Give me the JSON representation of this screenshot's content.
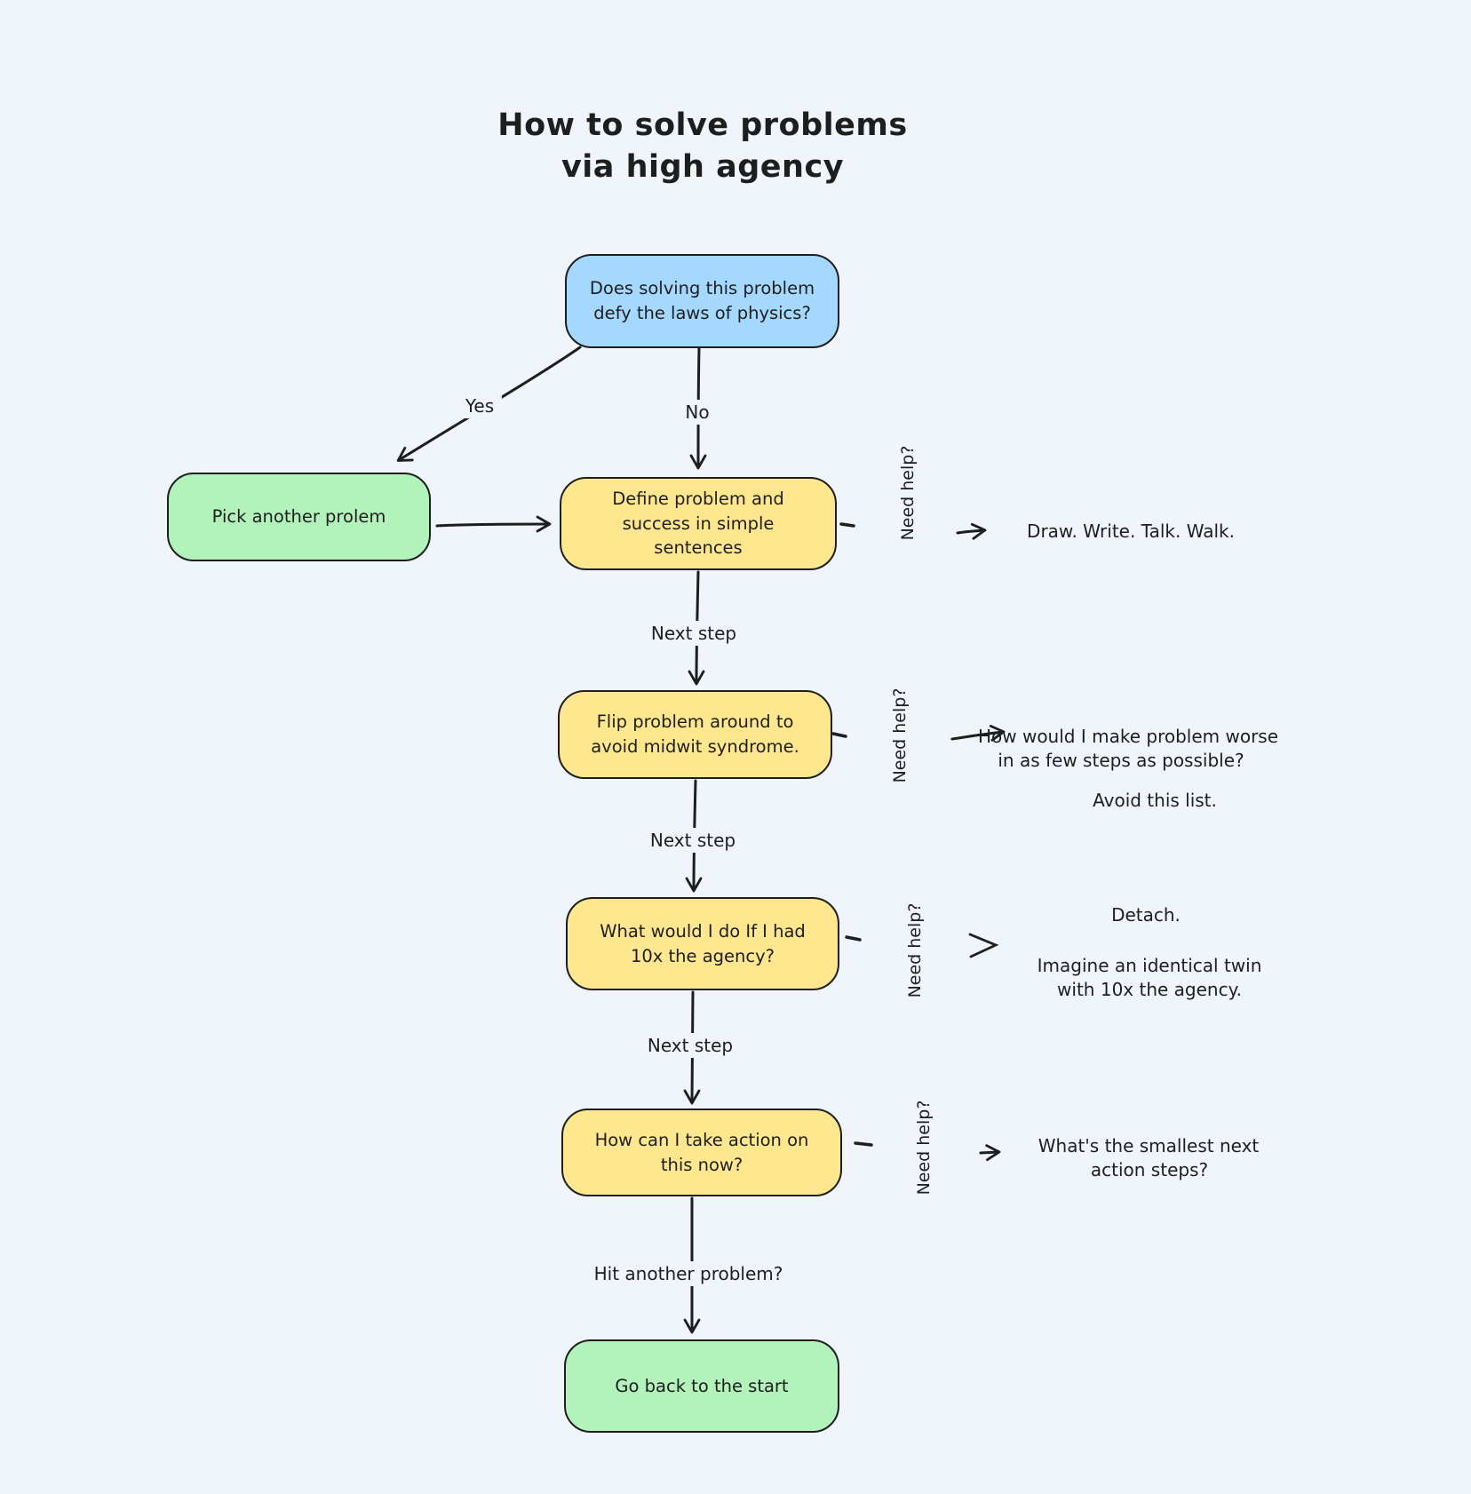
{
  "title": {
    "line1": "How to solve problems",
    "line2": "via high agency"
  },
  "nodes": {
    "physics_check": {
      "text": "Does solving this problem defy the laws of physics?",
      "fill": "#a5d8ff"
    },
    "pick_another": {
      "text": "Pick another prolem",
      "fill": "#b2f2bb"
    },
    "define_problem": {
      "text": "Define problem and success in simple sentences",
      "fill": "#ffe78f"
    },
    "flip_problem": {
      "text": "Flip problem around to avoid midwit syndrome.",
      "fill": "#ffe78f"
    },
    "ten_x_agency": {
      "text": "What would I do If I had 10x the agency?",
      "fill": "#ffe78f"
    },
    "take_action": {
      "text": "How can I take action on this now?",
      "fill": "#ffe78f"
    },
    "go_back": {
      "text": "Go back to the start",
      "fill": "#b2f2bb"
    }
  },
  "edges": {
    "yes": "Yes",
    "no": "No",
    "next_step": "Next step",
    "hit_another": "Hit another problem?"
  },
  "help": {
    "label": "Need help?",
    "rows": [
      {
        "lines": [
          "Draw. Write. Talk. Walk."
        ]
      },
      {
        "lines": [
          "How would I make problem worse",
          "in as few steps as possible?",
          "Avoid this list."
        ]
      },
      {
        "lines": [
          "Detach.",
          "Imagine an identical twin",
          "with 10x the agency."
        ]
      },
      {
        "lines": [
          "What's the smallest next",
          "action steps?"
        ]
      }
    ]
  },
  "colors": {
    "background": "#f0f5fb",
    "stroke": "#1e1e1e",
    "node_blue": "#a5d8ff",
    "node_green": "#b2f2bb",
    "node_yellow": "#ffe78f"
  }
}
